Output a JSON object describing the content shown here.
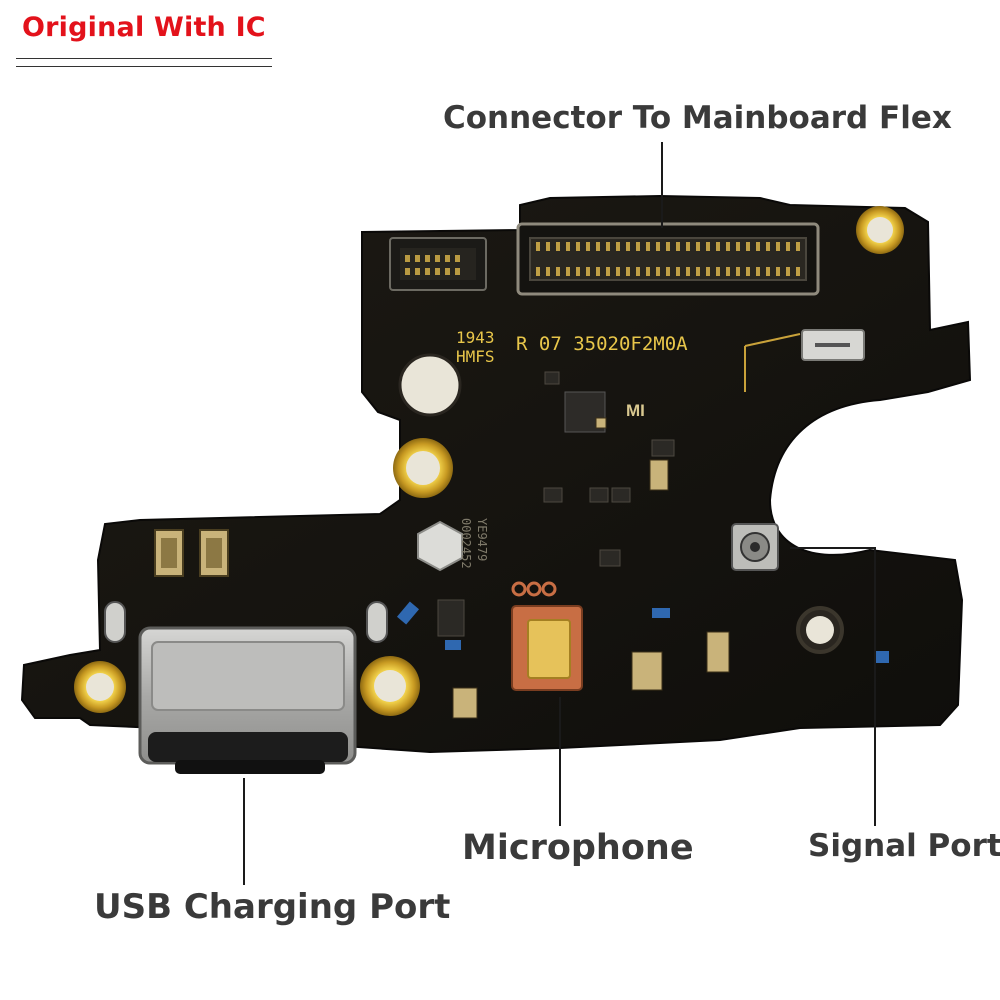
{
  "badge": {
    "text": "Original With IC",
    "color": "#e3121b"
  },
  "labels": {
    "connector": "Connector To Mainboard Flex",
    "microphone": "Microphone",
    "signal_port": "Signal Port",
    "usb_port": "USB Charging Port"
  },
  "board_markings": {
    "date_code_1": "1943",
    "date_code_2": "HMFS",
    "part_number": "R 07 35020F2M0A",
    "logo": "MI",
    "side_code_1": "YE9479",
    "side_code_2": "0002452"
  },
  "colors": {
    "pcb": "#15130f",
    "pad_gold": "#c9a23a",
    "metal": "#b8b8b6",
    "label": "#3a3a3a",
    "pointer_line": "#1a1a1a"
  }
}
